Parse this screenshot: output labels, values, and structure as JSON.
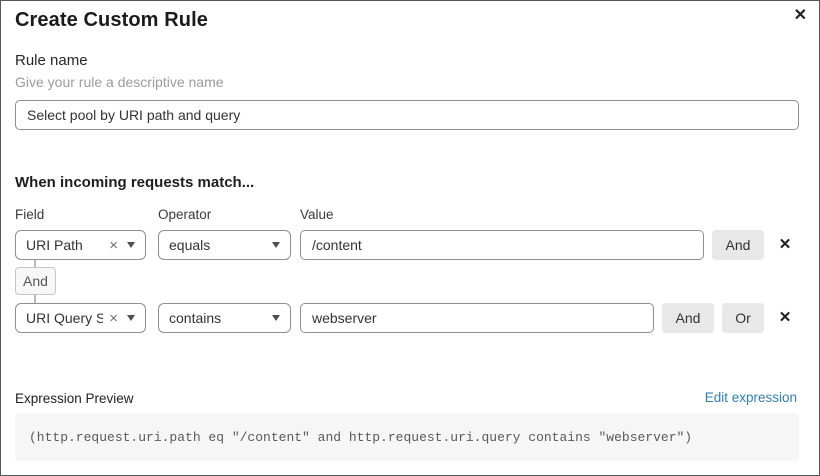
{
  "dialog": {
    "title": "Create Custom Rule"
  },
  "icons": {
    "close": "✕",
    "remove": "✕",
    "clear": "×"
  },
  "rule_name": {
    "label": "Rule name",
    "hint": "Give your rule a descriptive name",
    "value": "Select pool by URI path and query"
  },
  "matcher": {
    "heading": "When incoming requests match...",
    "columns": {
      "field": "Field",
      "operator": "Operator",
      "value": "Value"
    },
    "connector_label": "And",
    "rows": [
      {
        "field": "URI Path",
        "operator": "equals",
        "value": "/content",
        "and_button": "And"
      },
      {
        "field": "URI Query St...",
        "operator": "contains",
        "value": "webserver",
        "and_button": "And",
        "or_button": "Or"
      }
    ]
  },
  "expression": {
    "label": "Expression Preview",
    "edit_link": "Edit expression",
    "code": "(http.request.uri.path eq \"/content\" and http.request.uri.query contains \"webserver\")"
  },
  "colors": {
    "link_blue": "#2f7fb9",
    "button_gray": "#e8e8e8",
    "code_bg": "#f6f6f7",
    "input_border": "#8f8f8f"
  }
}
